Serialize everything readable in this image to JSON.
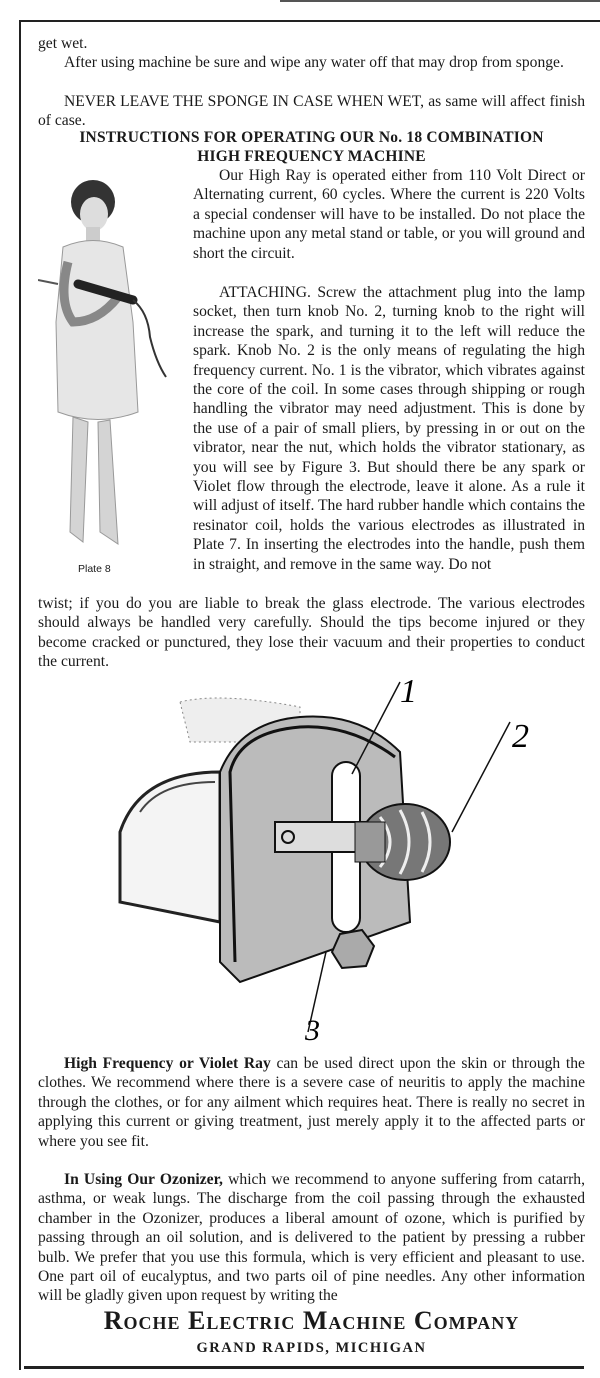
{
  "intro": {
    "p1": "get wet.",
    "p2": "After using machine be sure and wipe any water off that may drop from sponge.",
    "p3": "NEVER LEAVE THE SPONGE IN CASE WHEN WET, as same will affect finish of case."
  },
  "heading": {
    "line1": "INSTRUCTIONS FOR OPERATING OUR No. 18 COMBINATION",
    "line2": "HIGH FREQUENCY MACHINE"
  },
  "plate_caption": "Plate 8",
  "body": {
    "operation": "Our High Ray is operated either from 110 Volt Direct or Alternating current, 60 cycles. Where the current is 220 Volts a special condenser will have to be installed. Do not place the machine upon any metal stand or table, or you will ground and short the circuit.",
    "attaching": "ATTACHING. Screw the attachment plug into the lamp socket, then turn knob No. 2, turning knob to the right will increase the spark, and turning it to the left will reduce the spark. Knob No. 2 is the only means of regulating the high frequency current. No. 1 is the vibrator, which vibrates against the core of the coil. In some cases through shipping or rough handling the vibrator may need adjustment. This is done by the use of a pair of small pliers, by pressing in or out on the vibrator, near the nut, which holds the vibrator stationary, as you will see by Figure 3. But should there be any spark or Violet flow through the electrode, leave it alone. As a rule it will adjust of itself. The hard rubber handle which contains the resinator coil, holds the various electrodes as illustrated in Plate 7. In inserting the electrodes into the handle, push them in straight, and remove in the same way. Do not",
    "attaching_cont": "twist; if you do you are liable to break the glass electrode. The various electrodes should always be handled very carefully. Should the tips become injured or they become cracked or punctured, they lose their vacuum and their properties to conduct the current."
  },
  "figure_labels": [
    "1",
    "2",
    "3"
  ],
  "violet": {
    "lead": "High Frequency or Violet Ray",
    "text": " can be used direct upon the skin or through the clothes. We recommend where there is a severe case of neuritis to apply the machine through the clothes, or for any ailment which requires heat. There is really no secret in applying this current or giving treatment, just merely apply it to the affected parts or where you see fit."
  },
  "ozonizer": {
    "lead": "In Using Our Ozonizer,",
    "text": " which we recommend to anyone suffering from catarrh, asthma, or weak lungs. The discharge from the coil passing through the exhausted chamber in the Ozonizer, produces a liberal amount of ozone, which is purified by passing through an oil solution, and is delivered to the patient by pressing a rubber bulb. We prefer that you use this formula, which is very efficient and pleasant to use. One part oil of eucalyptus, and two parts oil of pine needles. Any other information will be gladly given upon request by writing the"
  },
  "footer": {
    "company": "Roche Electric Machine Company",
    "city": "GRAND RAPIDS, MICHIGAN"
  }
}
